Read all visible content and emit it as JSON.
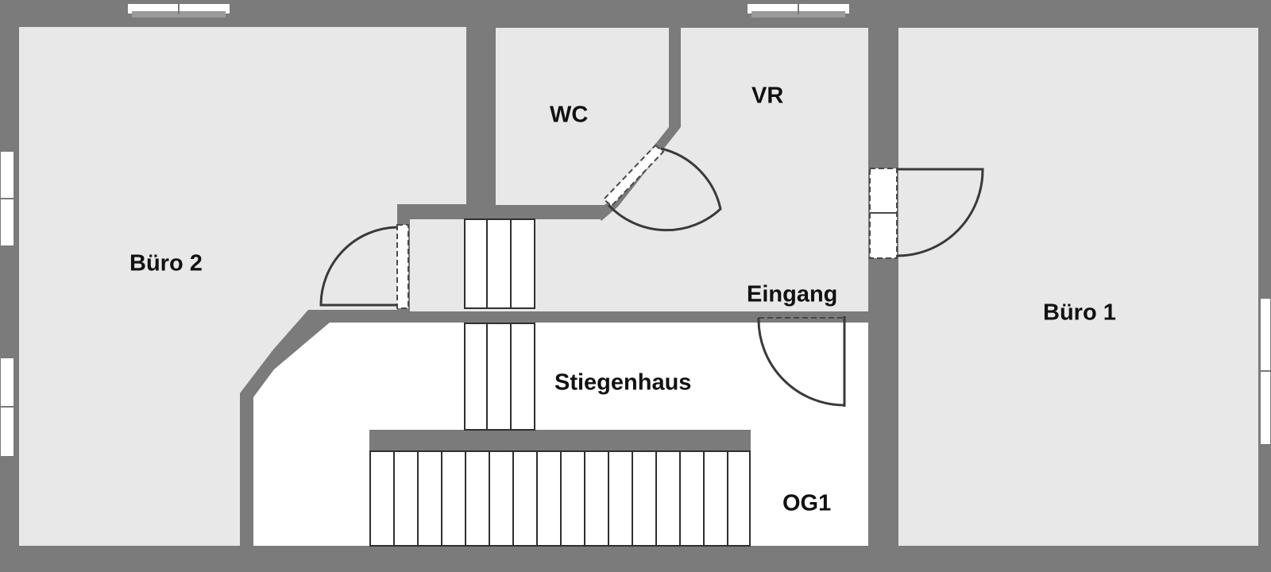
{
  "plan": {
    "rooms": {
      "buero2": "Büro 2",
      "wc": "WC",
      "vr": "VR",
      "buero1": "Büro 1",
      "eingang": "Eingang",
      "stiegenhaus": "Stiegenhaus",
      "og1": "OG1"
    },
    "colors": {
      "wall": "#7b7b7b",
      "room_floor": "#e8e8e8",
      "stairwell_floor": "#ffffff",
      "label": "#111111"
    }
  }
}
